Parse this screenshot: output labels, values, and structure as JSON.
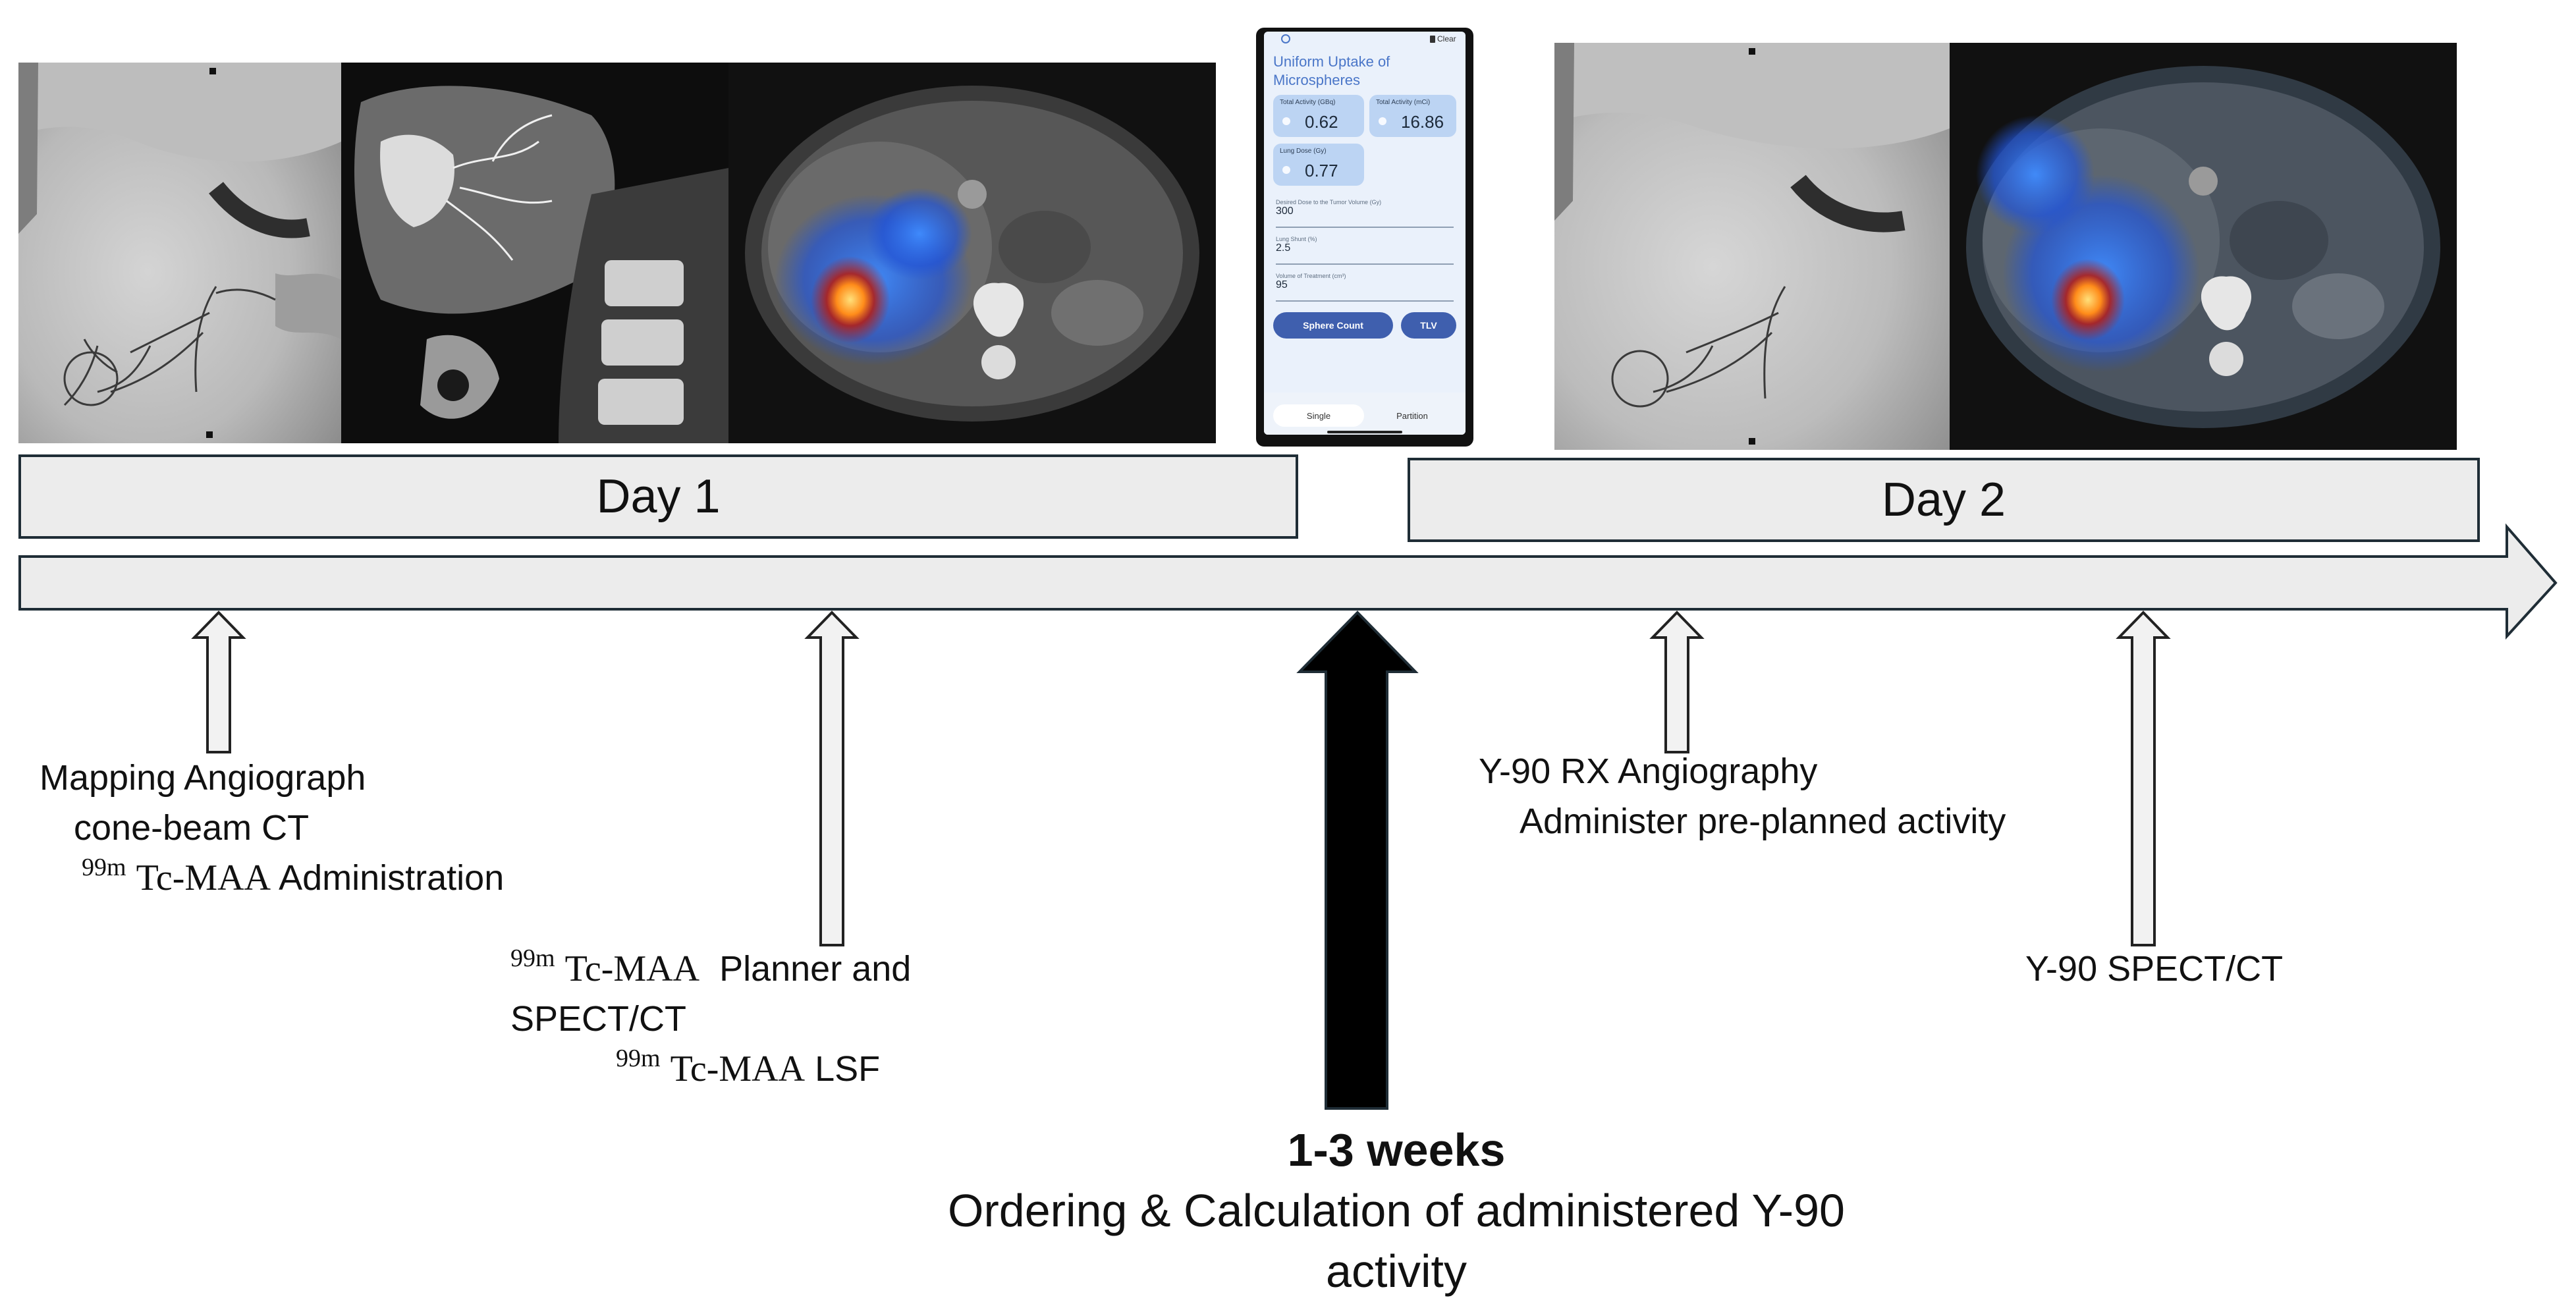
{
  "images": {
    "day1": [
      {
        "name": "mapping-angiogram",
        "description_icon": "angiogram-image"
      },
      {
        "name": "cone-beam-ct",
        "description_icon": "cbct-image"
      },
      {
        "name": "tc-maa-spect-ct",
        "description_icon": "spect-ct-fusion-image"
      }
    ],
    "day2": [
      {
        "name": "y90-angiogram",
        "description_icon": "angiogram-image"
      },
      {
        "name": "y90-spect-ct",
        "description_icon": "spect-ct-fusion-image"
      }
    ]
  },
  "phone_app": {
    "help_icon": "help-circle-icon",
    "clear_label": "Clear",
    "title": "Uniform Uptake of Microspheres",
    "cards": [
      {
        "caption": "Total Activity (GBq)",
        "value": "0.62"
      },
      {
        "caption": "Total Activity (mCi)",
        "value": "16.86"
      },
      {
        "caption": "Lung Dose (Gy)",
        "value": "0.77"
      }
    ],
    "fields": [
      {
        "caption": "Desired Dose to the Tumor Volume (Gy)",
        "value": "300"
      },
      {
        "caption": "Lung Shunt (%)",
        "value": "2.5"
      },
      {
        "caption": "Volume of Treatment (cm³)",
        "value": "95"
      }
    ],
    "buttons": {
      "sphere_count": "Sphere Count",
      "tlv": "TLV"
    },
    "tabs": {
      "single": "Single",
      "partition": "Partition"
    }
  },
  "timeline": {
    "day1_label": "Day 1",
    "day2_label": "Day 2",
    "colors": {
      "bar_fill": "#ececec",
      "stroke": "#1f2d36",
      "big_arrow": "#000000"
    }
  },
  "steps": {
    "mapping": {
      "line1": "Mapping Angiograph",
      "line2": "cone-beam CT",
      "sup": "99m",
      "iso": "Tc-MAA",
      "line3_rest": " Administration"
    },
    "planner": {
      "sup1": "99m",
      "iso1": "Tc-MAA",
      "line1_rest": "  Planner and",
      "line2": "SPECT/CT",
      "sup2": "99m",
      "iso2": "Tc-MAA",
      "line3_rest": " LSF"
    },
    "y90_rx": {
      "line1": "Y-90 RX Angiography",
      "line2": "Administer pre-planned activity"
    },
    "y90_spect": {
      "line1": "Y-90 SPECT/CT"
    },
    "interval": {
      "bold": "1-3 weeks",
      "line2": "Ordering & Calculation of administered Y-90",
      "line3": "activity"
    }
  }
}
